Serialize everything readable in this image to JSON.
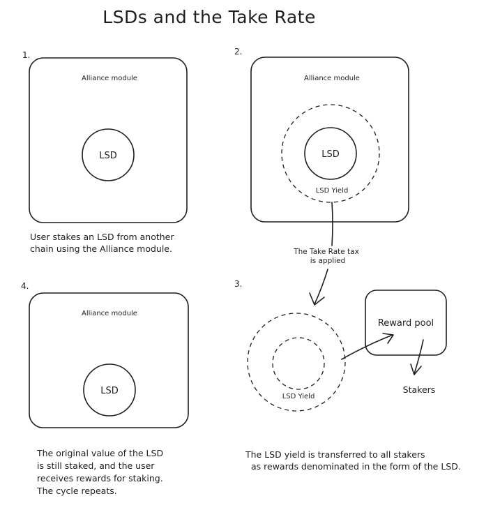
{
  "title": "LSDs and the Take Rate",
  "panels": {
    "p1": {
      "number": "1.",
      "module_label": "Alliance module",
      "lsd_label": "LSD",
      "caption": [
        "User stakes an LSD from another",
        "chain using the Alliance module."
      ]
    },
    "p2": {
      "number": "2.",
      "module_label": "Alliance module",
      "lsd_label": "LSD",
      "yield_label": "LSD Yield"
    },
    "p3": {
      "number": "3.",
      "yield_label": "LSD Yield",
      "reward_pool_label": "Reward pool",
      "stakers_label": "Stakers",
      "caption": [
        "The LSD yield is transferred to all stakers",
        "as rewards denominated in the form of the LSD."
      ]
    },
    "p4": {
      "number": "4.",
      "module_label": "Alliance module",
      "lsd_label": "LSD",
      "caption": [
        "The original value of the LSD",
        "is still staked, and the user",
        "receives rewards for staking.",
        "The cycle repeats."
      ]
    }
  },
  "take_rate_note": [
    "The Take Rate tax",
    "is applied"
  ]
}
